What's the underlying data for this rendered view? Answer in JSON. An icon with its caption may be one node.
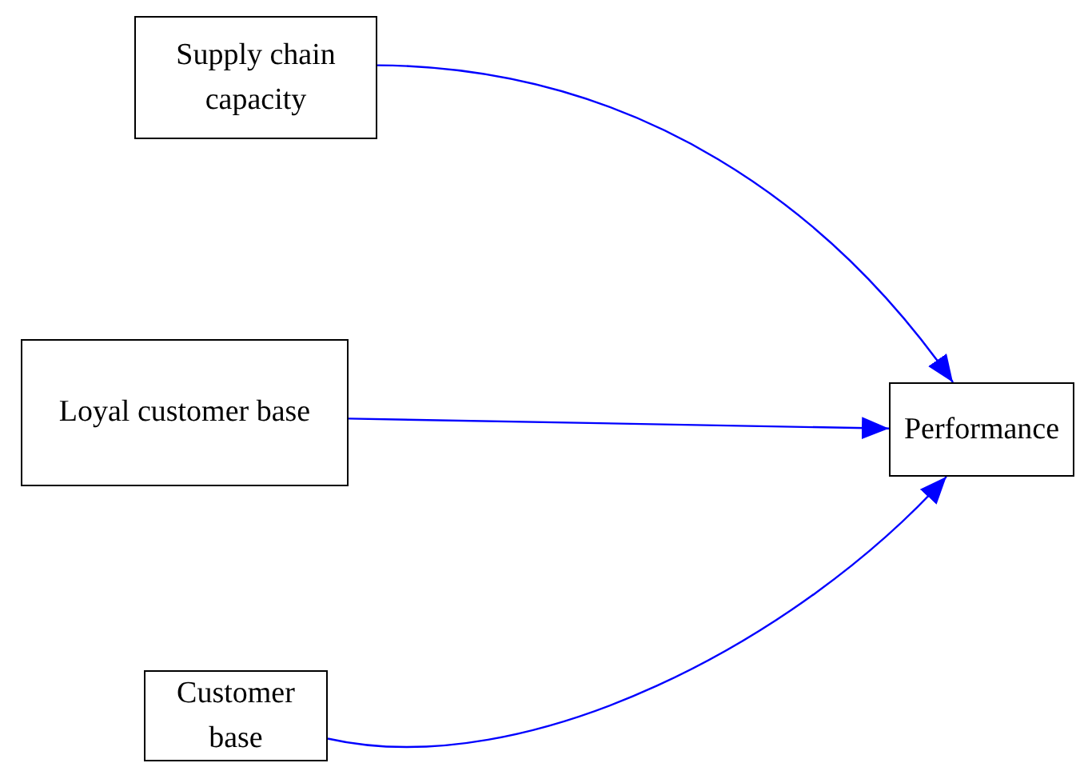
{
  "diagram": {
    "nodes": [
      {
        "text": [
          "Supply chain capacity"
        ]
      },
      {
        "text": [
          "Loyal customer base"
        ]
      },
      {
        "text": [
          "Customer base"
        ]
      },
      {
        "text": [
          "Performance"
        ]
      }
    ],
    "edges": [
      {
        "from": 0,
        "to": 3,
        "arrow": "to"
      },
      {
        "from": 1,
        "to": 3,
        "arrow": "to"
      },
      {
        "from": 2,
        "to": 3,
        "arrow": "to"
      }
    ]
  }
}
